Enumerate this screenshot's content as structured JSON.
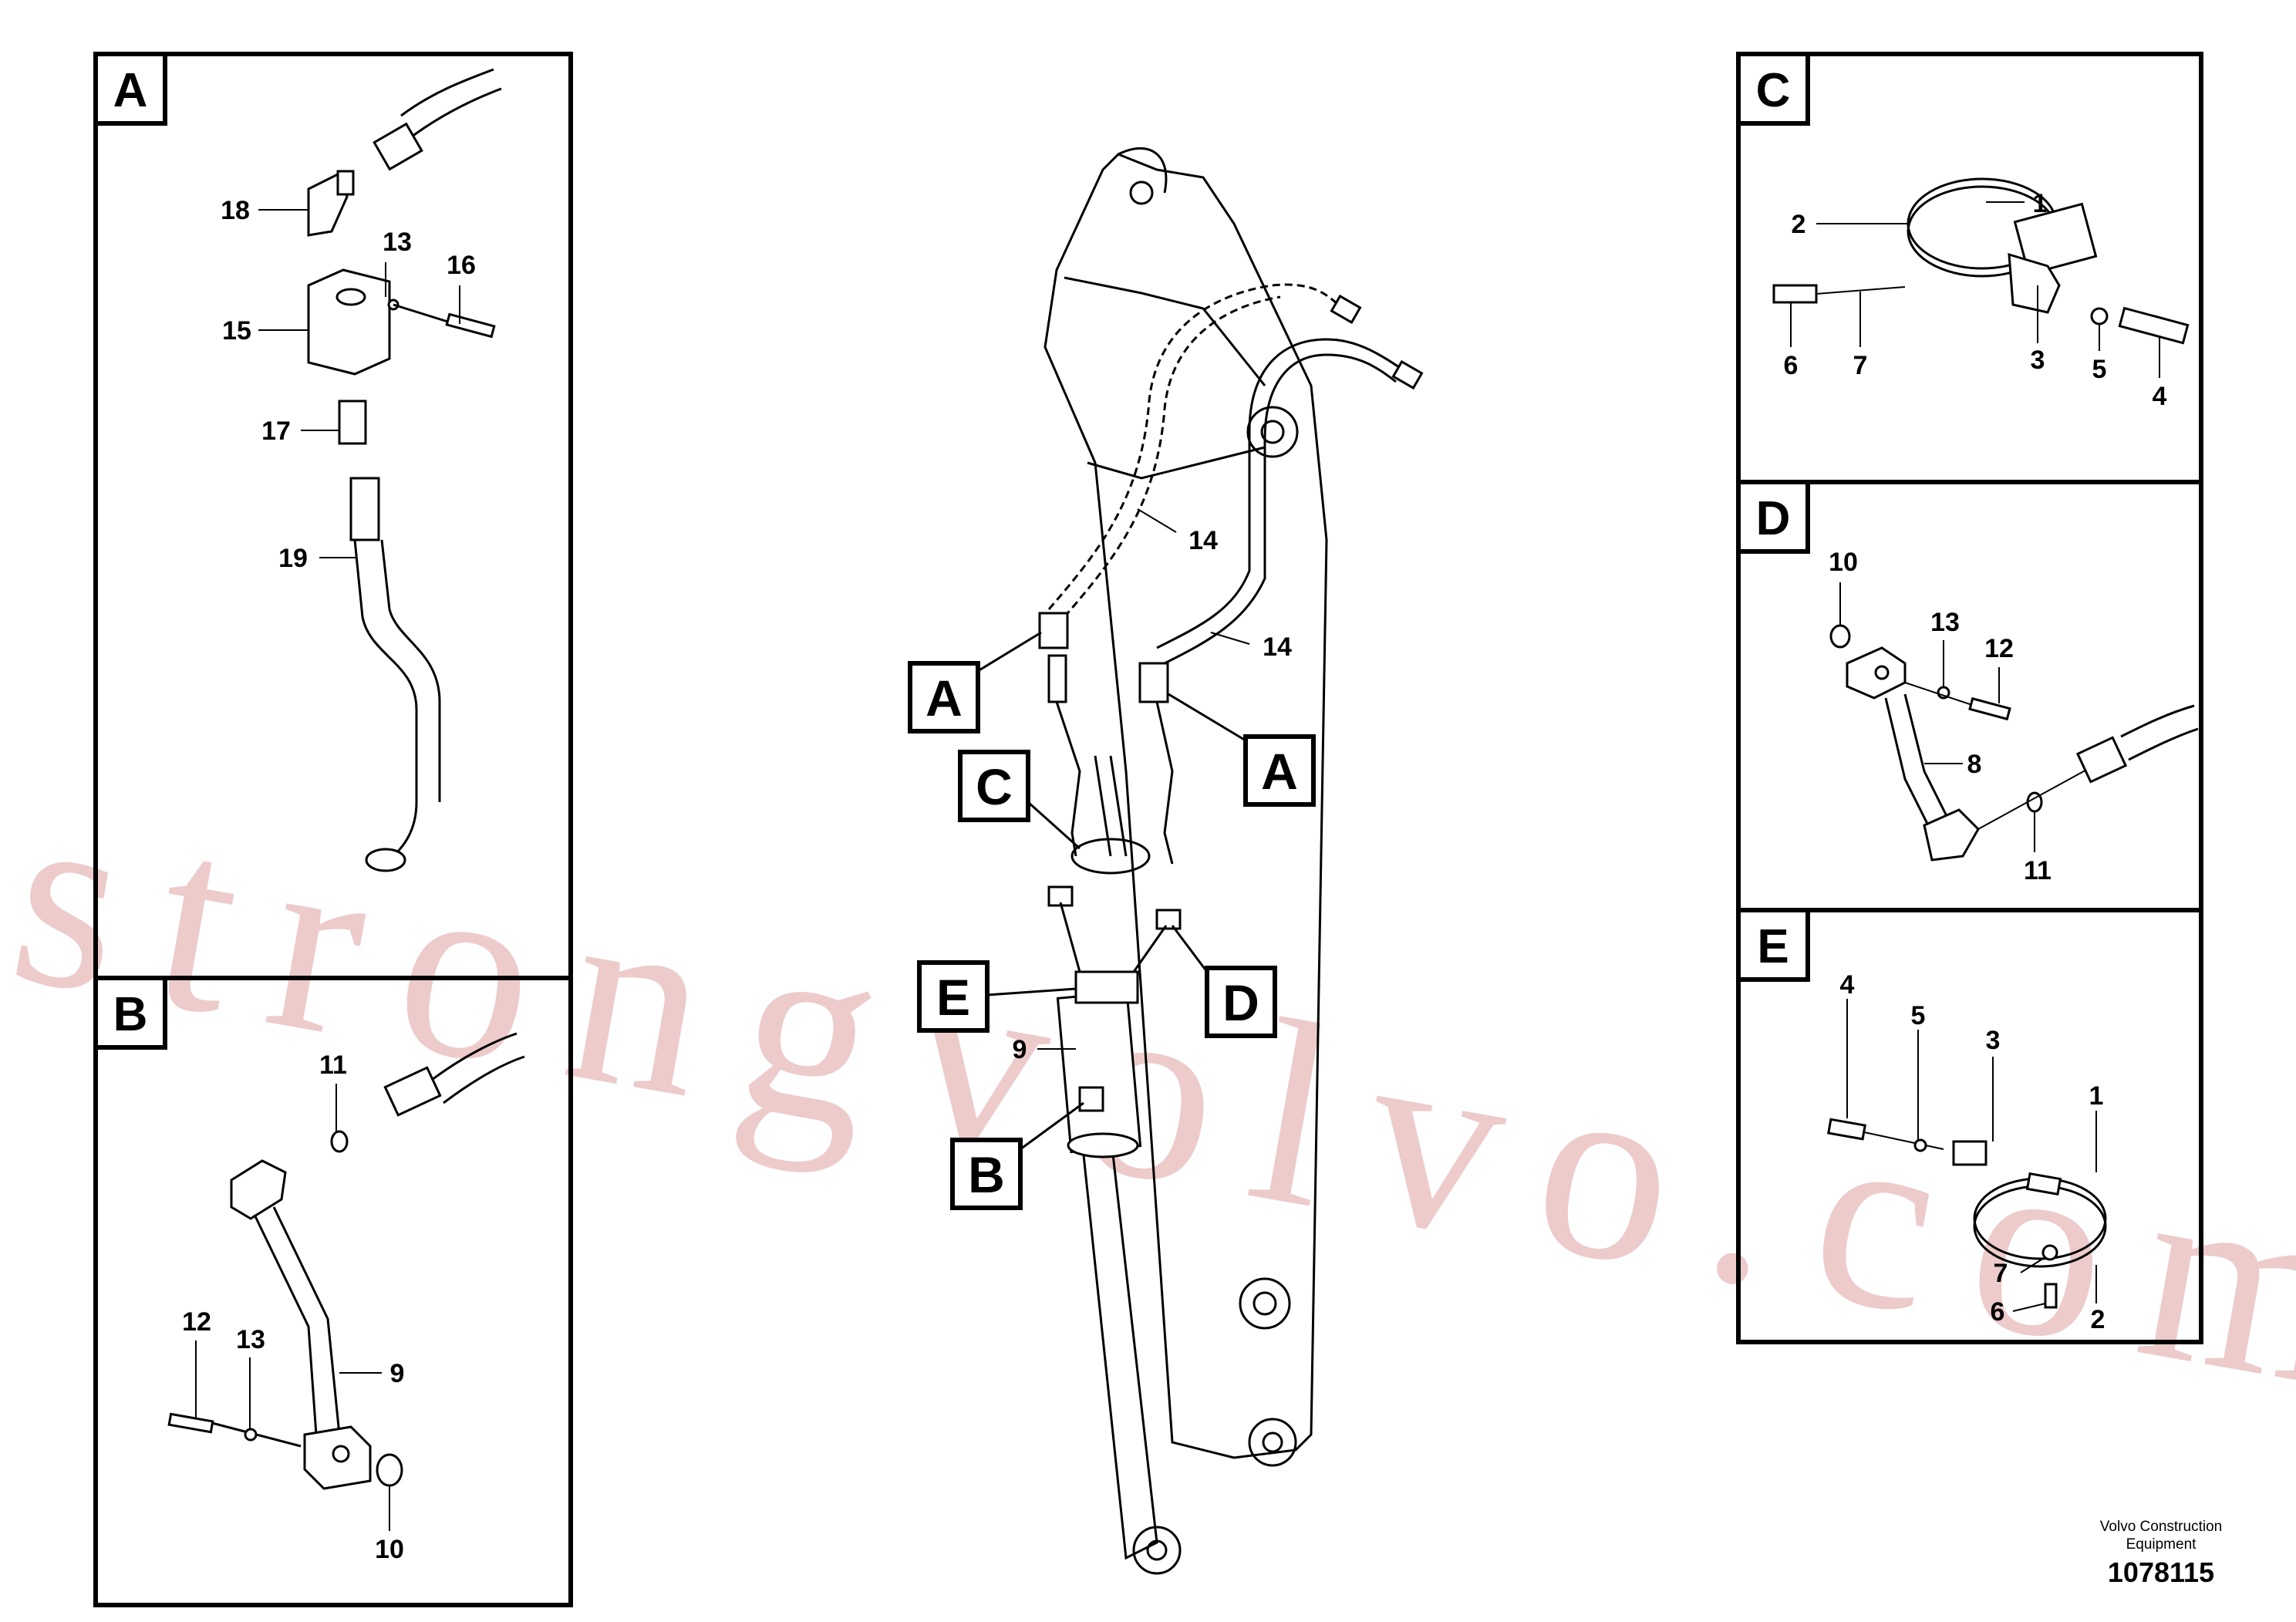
{
  "panels": {
    "A": {
      "letter": "A",
      "callouts": {
        "c18": "18",
        "c13": "13",
        "c16": "16",
        "c15": "15",
        "c17": "17",
        "c19": "19"
      }
    },
    "B": {
      "letter": "B",
      "callouts": {
        "c11": "11",
        "c12": "12",
        "c13": "13",
        "c9": "9",
        "c10": "10"
      }
    },
    "C": {
      "letter": "C",
      "callouts": {
        "c1": "1",
        "c2": "2",
        "c6": "6",
        "c7": "7",
        "c3": "3",
        "c5": "5",
        "c4": "4"
      }
    },
    "D": {
      "letter": "D",
      "callouts": {
        "c10": "10",
        "c13": "13",
        "c12": "12",
        "c8": "8",
        "c11": "11"
      }
    },
    "E": {
      "letter": "E",
      "callouts": {
        "c4": "4",
        "c5": "5",
        "c3": "3",
        "c1": "1",
        "c7": "7",
        "c6": "6",
        "c2": "2"
      }
    }
  },
  "main_view": {
    "labels": {
      "a1": "A",
      "a2": "A",
      "b": "B",
      "c": "C",
      "d": "D",
      "e": "E"
    },
    "callouts": {
      "c14_left": "14",
      "c14_right": "14",
      "c9": "9"
    }
  },
  "footer": {
    "maker": "Volvo Construction Equipment",
    "doc_number": "1078115"
  },
  "watermark": "strongvolvo.com"
}
